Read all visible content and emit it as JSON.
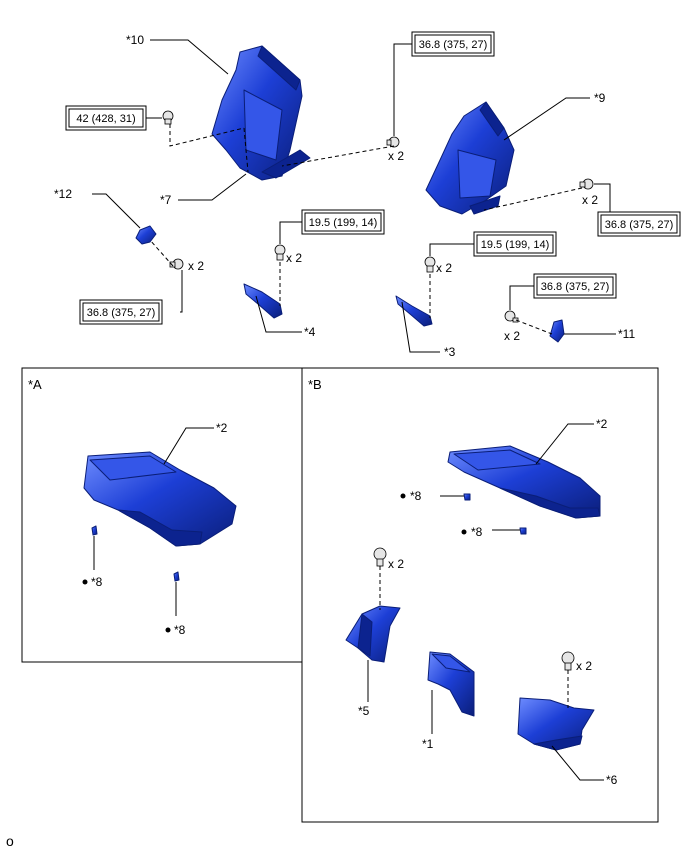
{
  "labels": {
    "p1": "*1",
    "p2a": "*2",
    "p2b": "*2",
    "p3": "*3",
    "p4": "*4",
    "p5": "*5",
    "p6": "*6",
    "p7": "*7",
    "p8a": "*8",
    "p8b": "*8",
    "p8c": "*8",
    "p8d": "*8",
    "p9": "*9",
    "p10": "*10",
    "p11": "*11",
    "p12": "*12"
  },
  "boxes": {
    "a": "*A",
    "b": "*B"
  },
  "torques": {
    "t1": "36.8 (375, 27)",
    "t2": "42 (428, 31)",
    "t3": "36.8 (375, 27)",
    "t4": "19.5 (199, 14)",
    "t5": "19.5 (199, 14)",
    "t6": "36.8 (375, 27)",
    "t7": "36.8 (375, 27)"
  },
  "qty": {
    "q1": "x 2",
    "q2": "x 2",
    "q3": "x 2",
    "q4": "x 2",
    "q5": "x 2",
    "q6": "x 2",
    "q7": "x 2",
    "q8": "x 2"
  },
  "footer": {
    "code": "o"
  },
  "colors": {
    "part_fill": "#1d3fd6",
    "part_dark": "#0c238f",
    "part_light": "#5a7cff"
  }
}
